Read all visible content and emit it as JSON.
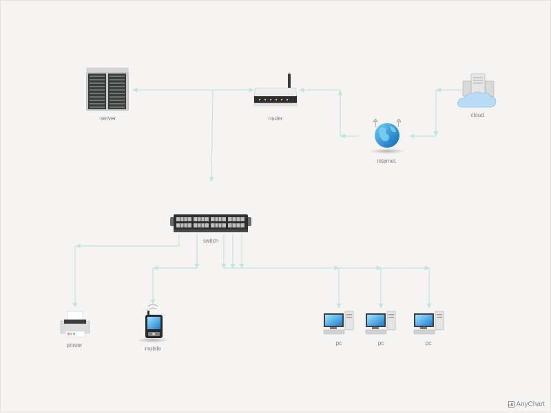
{
  "diagram": {
    "edge_color": "#bfe6da",
    "nodes": {
      "server": {
        "label": "server"
      },
      "router": {
        "label": "router"
      },
      "internet": {
        "label": "internet"
      },
      "cloud": {
        "label": "cloud"
      },
      "switch": {
        "label": "switch"
      },
      "printer": {
        "label": "printer"
      },
      "mobile": {
        "label": "mobile"
      },
      "pc_1": {
        "label": "pc"
      },
      "pc_2": {
        "label": "pc"
      },
      "pc_3": {
        "label": "pc"
      }
    },
    "edges": [
      {
        "from": "server",
        "to": "router"
      },
      {
        "from": "router",
        "to": "server"
      },
      {
        "from": "server-router link",
        "to": "switch"
      },
      {
        "from": "router",
        "to": "internet"
      },
      {
        "from": "internet",
        "to": "router"
      },
      {
        "from": "internet",
        "to": "cloud"
      },
      {
        "from": "cloud",
        "to": "internet"
      },
      {
        "from": "switch",
        "to": "printer"
      },
      {
        "from": "switch",
        "to": "mobile"
      },
      {
        "from": "switch",
        "to": "pc_1"
      },
      {
        "from": "switch",
        "to": "pc_2"
      },
      {
        "from": "switch",
        "to": "pc_3"
      }
    ]
  },
  "credit": {
    "text": "AnyChart"
  }
}
